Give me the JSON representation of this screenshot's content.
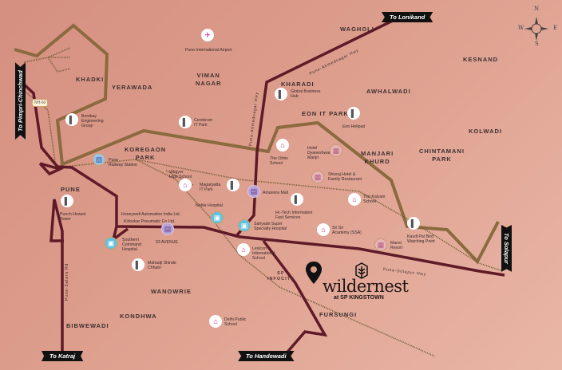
{
  "colors": {
    "highway": "#5e1a28",
    "river": "#8a6a3e",
    "rail": "#6b5a2e",
    "background": "#dc9c8b"
  },
  "compass": {
    "n": "N",
    "s": "S",
    "e": "E",
    "w": "W"
  },
  "destinations": {
    "lonikand": "To Lonikand",
    "pimpri": "To Pimpri-Chinchwad",
    "solapur": "To Solapur",
    "katraj": "To Katraj",
    "handewadi": "To Handewadi"
  },
  "highway_badge": "NH-60",
  "roads": {
    "ahmednagar_upper": "Pune-Ahmednagar Hwy",
    "ahmednagar_lower": "Pune-Ahmednagar Hwy",
    "solapur": "Pune-Solapur Hwy",
    "satara": "Pune-Satara Rd"
  },
  "areas": [
    "KHADKI",
    "YERAWADA",
    "VIMAN\nNAGAR",
    "WAGHOLI",
    "KESNAND",
    "KHARADI",
    "AWHALWADI",
    "EON IT PARK",
    "KOLWADI",
    "MANJARI\nKHURD",
    "CHINTAMANI\nPARK",
    "KOREGAON\nPARK",
    "PUNE",
    "WANOWRIE",
    "KONDHWA",
    "BIBWEWADI",
    "FURSUNGI",
    "SP\nINFOCITY"
  ],
  "pois": [
    {
      "type": "airport",
      "label": "Pune International Airport",
      "icon": "airplane-icon"
    },
    {
      "type": "building",
      "label": "Bombay\nEngineering\nGroup",
      "icon": "building-icon"
    },
    {
      "type": "building",
      "label": "Cerebrum\nIT Park",
      "icon": "building-icon"
    },
    {
      "type": "building",
      "label": "Global Business\nHub",
      "icon": "building-icon"
    },
    {
      "type": "building",
      "label": "Eon Helipad",
      "icon": "building-icon"
    },
    {
      "type": "train",
      "label": "Pune\nRailway Station",
      "icon": "train-icon"
    },
    {
      "type": "school",
      "label": "Vibgyor\nHigh School",
      "icon": "school-icon"
    },
    {
      "type": "building",
      "label": "Magarpatta\nIT Park",
      "icon": "building-icon"
    },
    {
      "type": "mall",
      "label": "Amanora Mall",
      "icon": "mall-icon"
    },
    {
      "type": "school",
      "label": "The Orbis\nSchool",
      "icon": "school-icon"
    },
    {
      "type": "hotel",
      "label": "Hotel\nDyaneshwar\nManjri",
      "icon": "hotel-icon"
    },
    {
      "type": "hotel",
      "label": "Shivraj Hotel &\nFamily Restaurant",
      "icon": "hotel-icon"
    },
    {
      "type": "school",
      "label": "The Kalyani\nSchool",
      "icon": "school-icon"
    },
    {
      "type": "building",
      "label": "Hi -Tech Information\nFast Services",
      "icon": "building-icon"
    },
    {
      "type": "hospital",
      "label": "Noble Hospital",
      "icon": "hospital-icon"
    },
    {
      "type": "hospital",
      "label": "Sahyadri Super\nSpecialty Hospital",
      "icon": "hospital-icon"
    },
    {
      "type": "school",
      "label": "Sri Sri\nAcademy (SSA)",
      "icon": "school-icon"
    },
    {
      "type": "building",
      "label": "Kavdi Pat Bird\nWatching Point",
      "icon": "building-icon"
    },
    {
      "type": "hotel",
      "label": "Mansi\nResort",
      "icon": "hotel-icon"
    },
    {
      "type": "building",
      "label": "Punch Howed\nTower",
      "icon": "building-icon"
    },
    {
      "type": "mall",
      "label": "93 AVENUE",
      "icon": "mall-icon"
    },
    {
      "type": "hospital",
      "label": "Southern\nCommand\nHospital",
      "icon": "hospital-icon"
    },
    {
      "type": "building",
      "label": "Mahadji Shinde\nChhatri",
      "icon": "building-icon"
    },
    {
      "type": "school",
      "label": "Lexicon\nInternational\nSchool",
      "icon": "school-icon"
    },
    {
      "type": "school",
      "label": "Delhi Public\nSchool",
      "icon": "school-icon"
    }
  ],
  "companies": [
    "Honeywell Automation India Ltd.",
    "Kirloskar Pneumatic Co Ltd."
  ],
  "project": {
    "name": "wildernest",
    "sub": "at SP KINGSTOWN"
  }
}
